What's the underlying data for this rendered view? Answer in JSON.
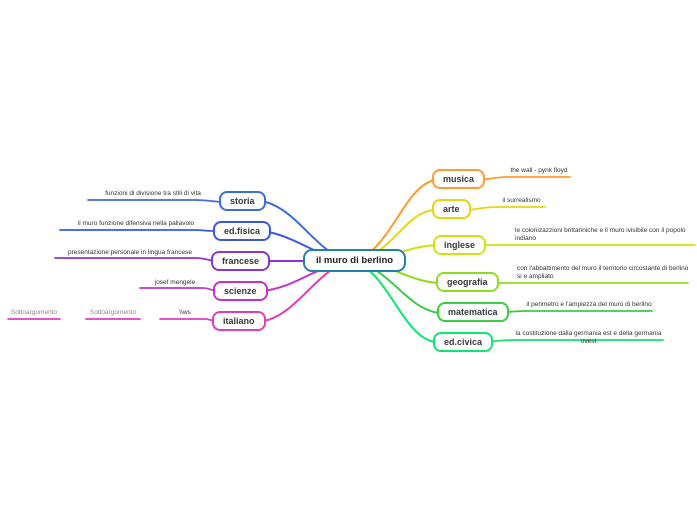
{
  "canvas": {
    "background": "#ffffff"
  },
  "center_node": {
    "label": "il muro di berlino",
    "color": "#2380a8"
  },
  "left_branches": [
    {
      "label": "storia",
      "color": "#3d6be0",
      "notes": [
        "funzioni di divisione tra stili di vita"
      ]
    },
    {
      "label": "ed.fisica",
      "color": "#3a57e2",
      "notes": [
        "il muro funzione difensiva nella pallavolo"
      ]
    },
    {
      "label": "francese",
      "color": "#8c33d6",
      "notes": [
        "presentazione personale in lingua francese"
      ]
    },
    {
      "label": "scienze",
      "color": "#c233cc",
      "notes": [
        "josef mengele"
      ]
    },
    {
      "label": "italiano",
      "color": "#e33bc0",
      "notes": [
        "Sottoargomento",
        "Sottoargomento",
        "\\\\ws"
      ]
    }
  ],
  "right_branches": [
    {
      "label": "musica",
      "color": "#ff9c2e",
      "notes": [
        "the wall - pynk floyd"
      ]
    },
    {
      "label": "arte",
      "color": "#e8d50f",
      "notes": [
        "il surrealismo"
      ]
    },
    {
      "label": "inglese",
      "color": "#cfe312",
      "notes": [
        "le colonizazzioni brittanniche e il muro ivisibile con il popolo indiano"
      ]
    },
    {
      "label": "geografia",
      "color": "#8edc20",
      "notes": [
        "con l'abbattimento del muro il territorio circostante di berlino si e ampliato"
      ]
    },
    {
      "label": "matematica",
      "color": "#3ccc44",
      "notes": [
        "il perimetro e l'ampiezza del muro di berlino"
      ]
    },
    {
      "label": "ed.civica",
      "color": "#0fe470",
      "notes": [
        "la costituzione dalla germania est e della germania ovest"
      ]
    }
  ]
}
